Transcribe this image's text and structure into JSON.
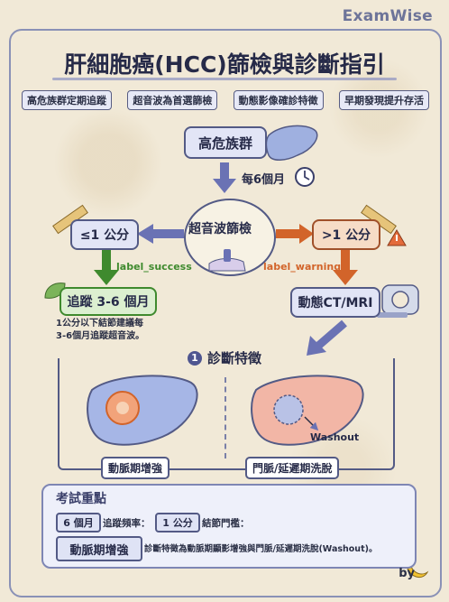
{
  "brand": "ExamWise",
  "title": "肝細胞癌(HCC)篩檢與診斷指引",
  "tags": [
    "高危族群定期追蹤",
    "超音波為首選篩檢",
    "動態影像確診特徵",
    "早期發現提升存活"
  ],
  "flow": {
    "high_risk": "高危族群",
    "interval": "每6個月",
    "ultrasound": "超音波篩檢",
    "small": "≤1 公分",
    "large": ">1 公分",
    "label_success": "label_success",
    "label_warning": "label_warning",
    "follow_up": "追蹤 3-6 個月",
    "follow_note": [
      "1公分以下結節建議每",
      "3-6個月追蹤超音波。"
    ],
    "dynamic": "動態CT/MRI"
  },
  "features": {
    "number": "1",
    "title": "診斷特徵",
    "arterial": "動脈期增強",
    "washout_caption": "門脈/延遲期洗脫",
    "washout_label": "Washout"
  },
  "exam": {
    "title": "考試重點",
    "chip1": "6 個月",
    "text1": "追蹤頻率：",
    "chip2": "1 公分",
    "text2": "結節門檻：",
    "chip3": "動脈期增強",
    "text3": "診斷特徵為動脈期顯影增強與門脈/延遲期洗脫(Washout)。"
  },
  "footer": {
    "by": "by"
  },
  "colors": {
    "navy": "#535a85",
    "green": "#3f8a2e",
    "orange": "#d2642a",
    "blue_arrow": "#6a72b4",
    "box_fill": "#e2e5f6"
  }
}
